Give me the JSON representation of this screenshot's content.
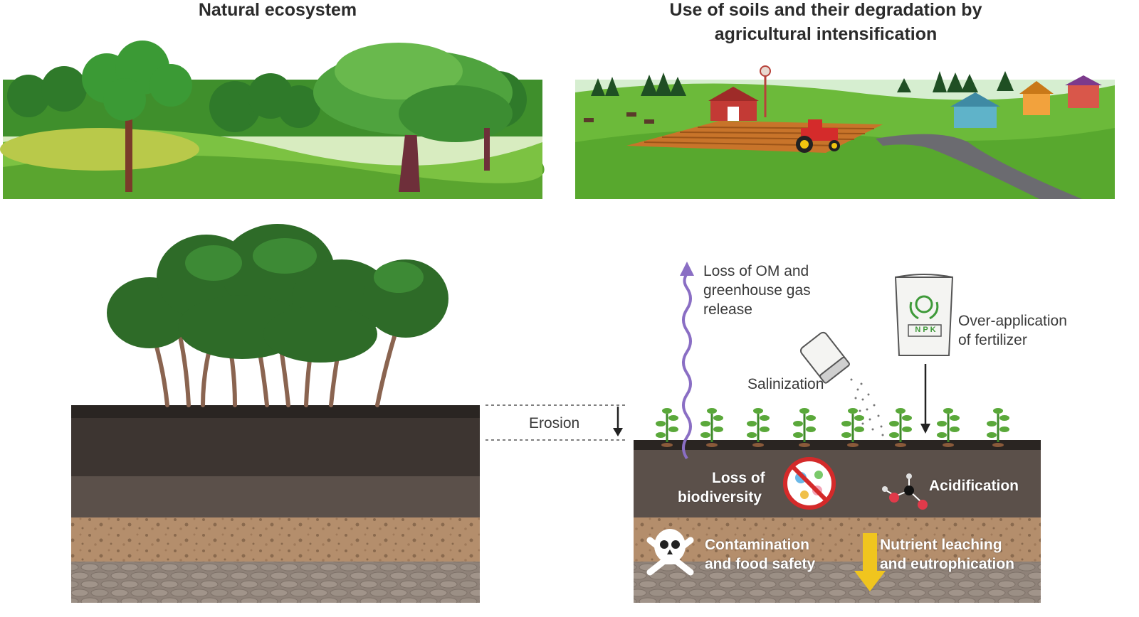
{
  "panels": {
    "left_title": "Natural ecosystem",
    "right_title_line1": "Use of soils and their degradation by",
    "right_title_line2": "agricultural intensification"
  },
  "labels": {
    "erosion": "Erosion",
    "loss_om_1": "Loss of OM and",
    "loss_om_2": "greenhouse gas",
    "loss_om_3": "release",
    "over_app_1": "Over-application",
    "over_app_2": "of fertilizer",
    "salinization": "Salinization",
    "biodiv_1": "Loss of",
    "biodiv_2": "biodiversity",
    "acidification": "Acidification",
    "contam_1": "Contamination",
    "contam_2": "and food safety",
    "nutrient_1": "Nutrient leaching",
    "nutrient_2": "and eutrophication",
    "bag_text": "N P K"
  },
  "colors": {
    "topsoil": "#2a2522",
    "soil_dark": "#3d3531",
    "soil_mid": "#5b504a",
    "soil_sand": "#b48e6c",
    "bedrock": "#8f8279",
    "grass": "#6cba3a",
    "purple_arrow": "#8a6ec4",
    "yellow_arrow": "#f0c51e"
  },
  "icons": [
    "skull-crossbones-icon",
    "no-biodiversity-icon",
    "molecule-icon",
    "fertilizer-bag-icon",
    "salt-shaker-icon",
    "tractor-icon",
    "barn-icon"
  ]
}
